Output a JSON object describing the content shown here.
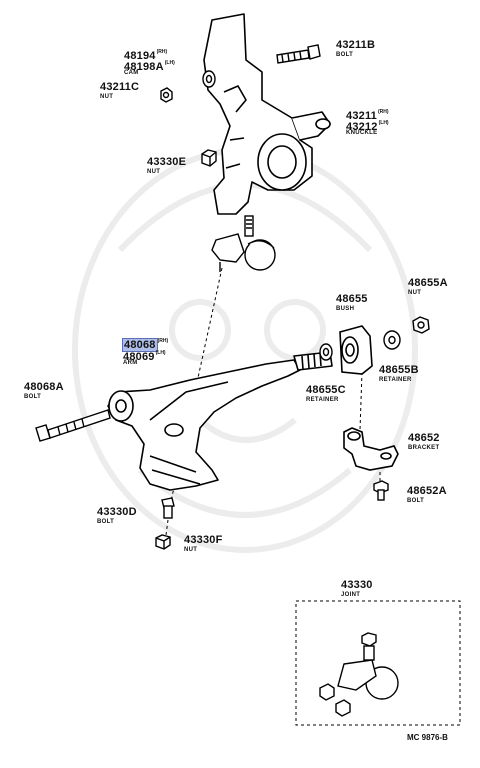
{
  "labels": {
    "p48194": {
      "part": "48194",
      "note": "(RH)"
    },
    "p48198A": {
      "part": "48198A",
      "note": "(LH)",
      "name": "CAM"
    },
    "p43211C": {
      "part": "43211C",
      "name": "NUT"
    },
    "p43211B": {
      "part": "43211B",
      "name": "BOLT"
    },
    "p43211": {
      "part": "43211",
      "note": "(RH)"
    },
    "p43212": {
      "part": "43212",
      "note": "(LH)",
      "name": "KNUCKLE"
    },
    "p43330E": {
      "part": "43330E",
      "name": "NUT"
    },
    "p48655A": {
      "part": "48655A",
      "name": "NUT"
    },
    "p48655": {
      "part": "48655",
      "name": "BUSH"
    },
    "p48068": {
      "part": "48068",
      "note": "(RH)"
    },
    "p48069": {
      "part": "48069",
      "note": "(LH)",
      "name": "ARM"
    },
    "p48068A": {
      "part": "48068A",
      "name": "BOLT"
    },
    "p48655C": {
      "part": "48655C",
      "name": "RETAINER"
    },
    "p48655B": {
      "part": "48655B",
      "name": "RETAINER"
    },
    "p48652": {
      "part": "48652",
      "name": "BRACKET"
    },
    "p48652A": {
      "part": "48652A",
      "name": "BOLT"
    },
    "p43330D": {
      "part": "43330D",
      "name": "BOLT"
    },
    "p43330F": {
      "part": "43330F",
      "name": "NUT"
    },
    "p43330": {
      "part": "43330",
      "name": "JOINT"
    }
  },
  "footer_code": "MC 9876-B",
  "highlight_color": "#aebde8"
}
